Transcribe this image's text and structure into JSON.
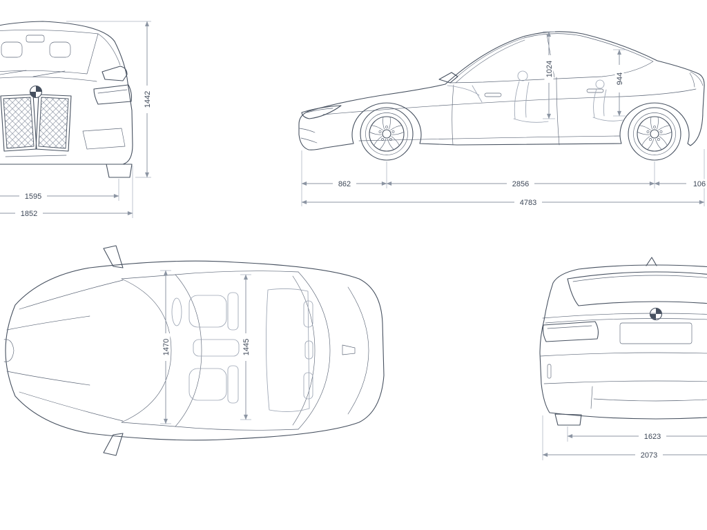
{
  "style": {
    "ink_color": "#46505f",
    "ghost_color": "#9aa3b2",
    "dimension_color": "#8c95a3",
    "label_color": "#3d4757",
    "background": "#ffffff"
  },
  "views": {
    "front": {
      "overall_height": "1442",
      "track_width": "1595",
      "overall_width": "1852"
    },
    "side": {
      "front_headroom": "1024",
      "rear_headroom": "944",
      "front_overhang": "862",
      "wheelbase": "2856",
      "rear_overhang": "106",
      "overall_length": "4783"
    },
    "top": {
      "front_interior_width": "1470",
      "rear_interior_width": "1445"
    },
    "rear": {
      "track_width": "1623",
      "overall_width": "2073"
    }
  }
}
